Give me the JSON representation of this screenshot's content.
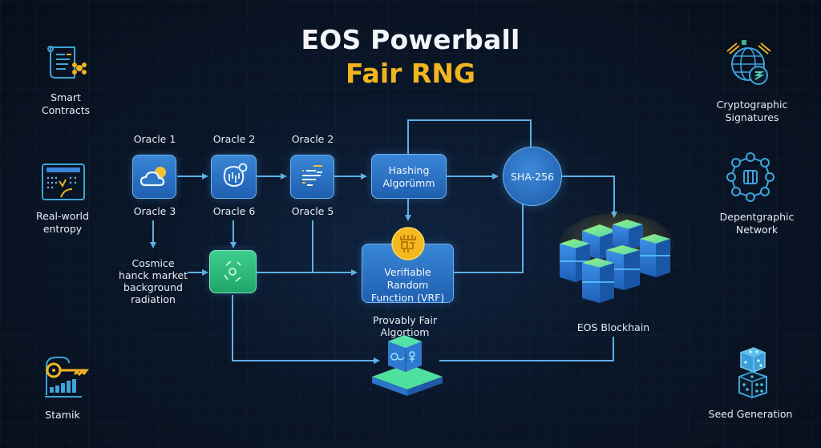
{
  "title": {
    "line1": "EOS Powerball",
    "line2": "Fair RNG"
  },
  "colors": {
    "background": "#0a1628",
    "accent_gold": "#f2b51f",
    "node_blue": "#2b73c6",
    "node_green": "#2fbf7d",
    "wire": "#5fb0e6"
  },
  "left_sidebar": [
    {
      "icon": "scroll-contract-icon",
      "label_lines": [
        "Smart",
        "Contracts"
      ]
    },
    {
      "icon": "entropy-panel-icon",
      "label_lines": [
        "Real-world",
        "entropy"
      ]
    },
    {
      "icon": "key-chart-icon",
      "label_lines": [
        "Stamik"
      ]
    }
  ],
  "right_sidebar": [
    {
      "icon": "globe-signature-icon",
      "label_lines": [
        "Cryptographic",
        "Signatures"
      ]
    },
    {
      "icon": "network-hub-icon",
      "label_lines": [
        "Depentgraphic",
        "Network"
      ]
    },
    {
      "icon": "dice-icon",
      "label_lines": [
        "Seed Generation"
      ]
    }
  ],
  "oracles": {
    "top_labels": [
      "Oracle 1",
      "Oracle 2",
      "Oracle 2"
    ],
    "bottom_labels": [
      "Oracle 3",
      "Oracle 6",
      "Oracle 5"
    ],
    "icons": [
      "cloud-sun-icon",
      "data-chip-icon",
      "text-lines-icon"
    ]
  },
  "entropy_source": {
    "label_lines": [
      "Cosmice",
      "hanck market",
      "background",
      "radiation"
    ]
  },
  "nodes": {
    "hashing": {
      "label_lines": [
        "Hashing",
        "Algorümm"
      ]
    },
    "sha": {
      "label": "SHA-256"
    },
    "vrf": {
      "label_lines": [
        "Verifiable Random",
        "Function (VRF)"
      ]
    },
    "provably_fair": {
      "label_lines": [
        "Provably Fair",
        "Algortiom"
      ]
    },
    "blockchain": {
      "label": "EOS Blockhain"
    }
  }
}
